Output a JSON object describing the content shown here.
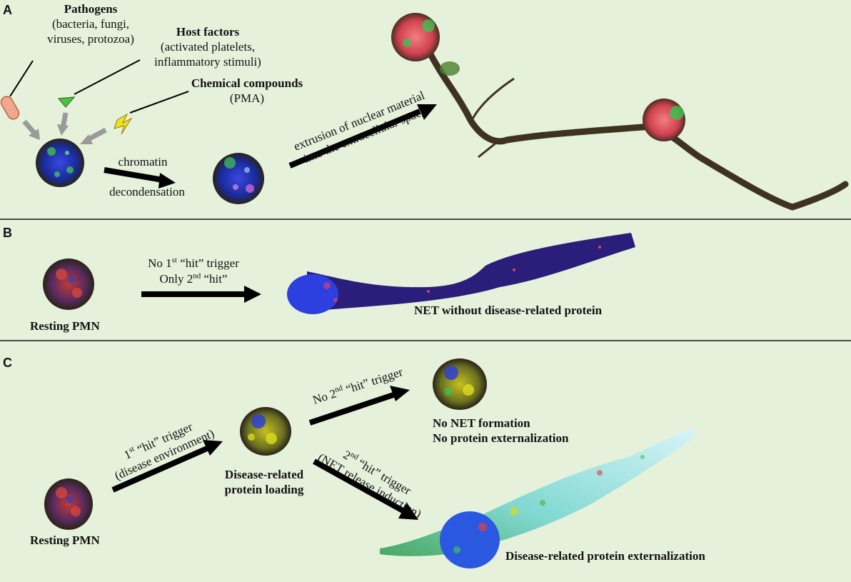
{
  "panels": {
    "a": {
      "label": "A",
      "pathogens": {
        "title": "Pathogens",
        "line1": "(bacteria, fungi,",
        "line2": "viruses, protozoa)"
      },
      "host_factors": {
        "title": "Host factors",
        "line1": "(activated platelets,",
        "line2": "inflammatory stimuli)"
      },
      "chemical": {
        "title": "Chemical compounds",
        "line1": "(PMA)"
      },
      "step1": {
        "line1": "chromatin",
        "line2": "decondensation"
      },
      "step2": {
        "line1": "extrusion of nuclear material",
        "line2": "into the extracellular space"
      }
    },
    "b": {
      "label": "B",
      "trigger_line1_pre": "No 1",
      "trigger_line1_sup": "st",
      "trigger_line1_post": " “hit” trigger",
      "trigger_line2_pre": "Only 2",
      "trigger_line2_sup": "nd",
      "trigger_line2_post": " “hit”",
      "resting": "Resting PMN",
      "result": "NET without disease-related protein"
    },
    "c": {
      "label": "C",
      "first_hit_pre": "1",
      "first_hit_sup": "st",
      "first_hit_post": " “hit” trigger",
      "first_hit_env": "(disease environment)",
      "resting": "Resting PMN",
      "loading_line1": "Disease-related",
      "loading_line2": "protein loading",
      "no_second_pre": "No 2",
      "no_second_sup": "nd",
      "no_second_post": " “hit” trigger",
      "no_net_line1": "No NET formation",
      "no_net_line2": "No protein externalization",
      "second_hit_pre": "2",
      "second_hit_sup": "nd",
      "second_hit_post": " “hit” trigger",
      "second_hit_paren": "(NET release induction)",
      "externalization": "Disease-related protein externalization"
    }
  },
  "colors": {
    "background": "#e6f1dc",
    "divider": "#4a4a4a",
    "arrow": "#000000",
    "gray_arrow": "#9a9a9a",
    "dna_blue": "#2a3fd0",
    "protein_red": "#e0403a",
    "marker_green": "#3cc040",
    "disease_yellow": "#d8d820",
    "net_brown": "#3e3320"
  }
}
